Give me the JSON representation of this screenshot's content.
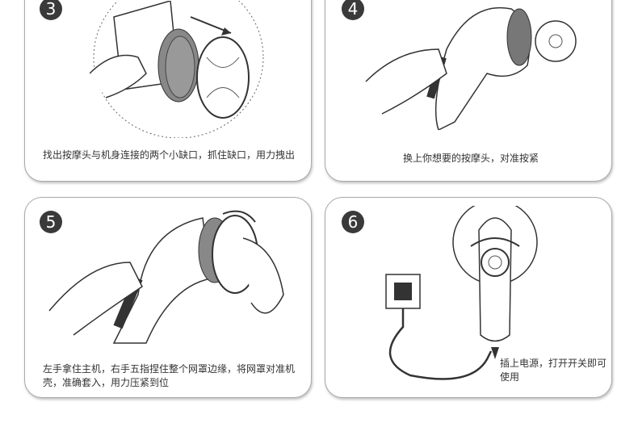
{
  "steps": [
    {
      "number": "3",
      "caption": "找出按摩头与机身连接的两个小缺口，抓住缺口，用力拽出"
    },
    {
      "number": "4",
      "caption": "换上你想要的按摩头，对准按紧"
    },
    {
      "number": "5",
      "caption": "左手拿住主机，右手五指捏住整个网罩边缘，将网罩对准机壳，准确套入，用力压紧到位"
    },
    {
      "number": "6",
      "caption": "插上电源，打开开关即可使用"
    }
  ]
}
